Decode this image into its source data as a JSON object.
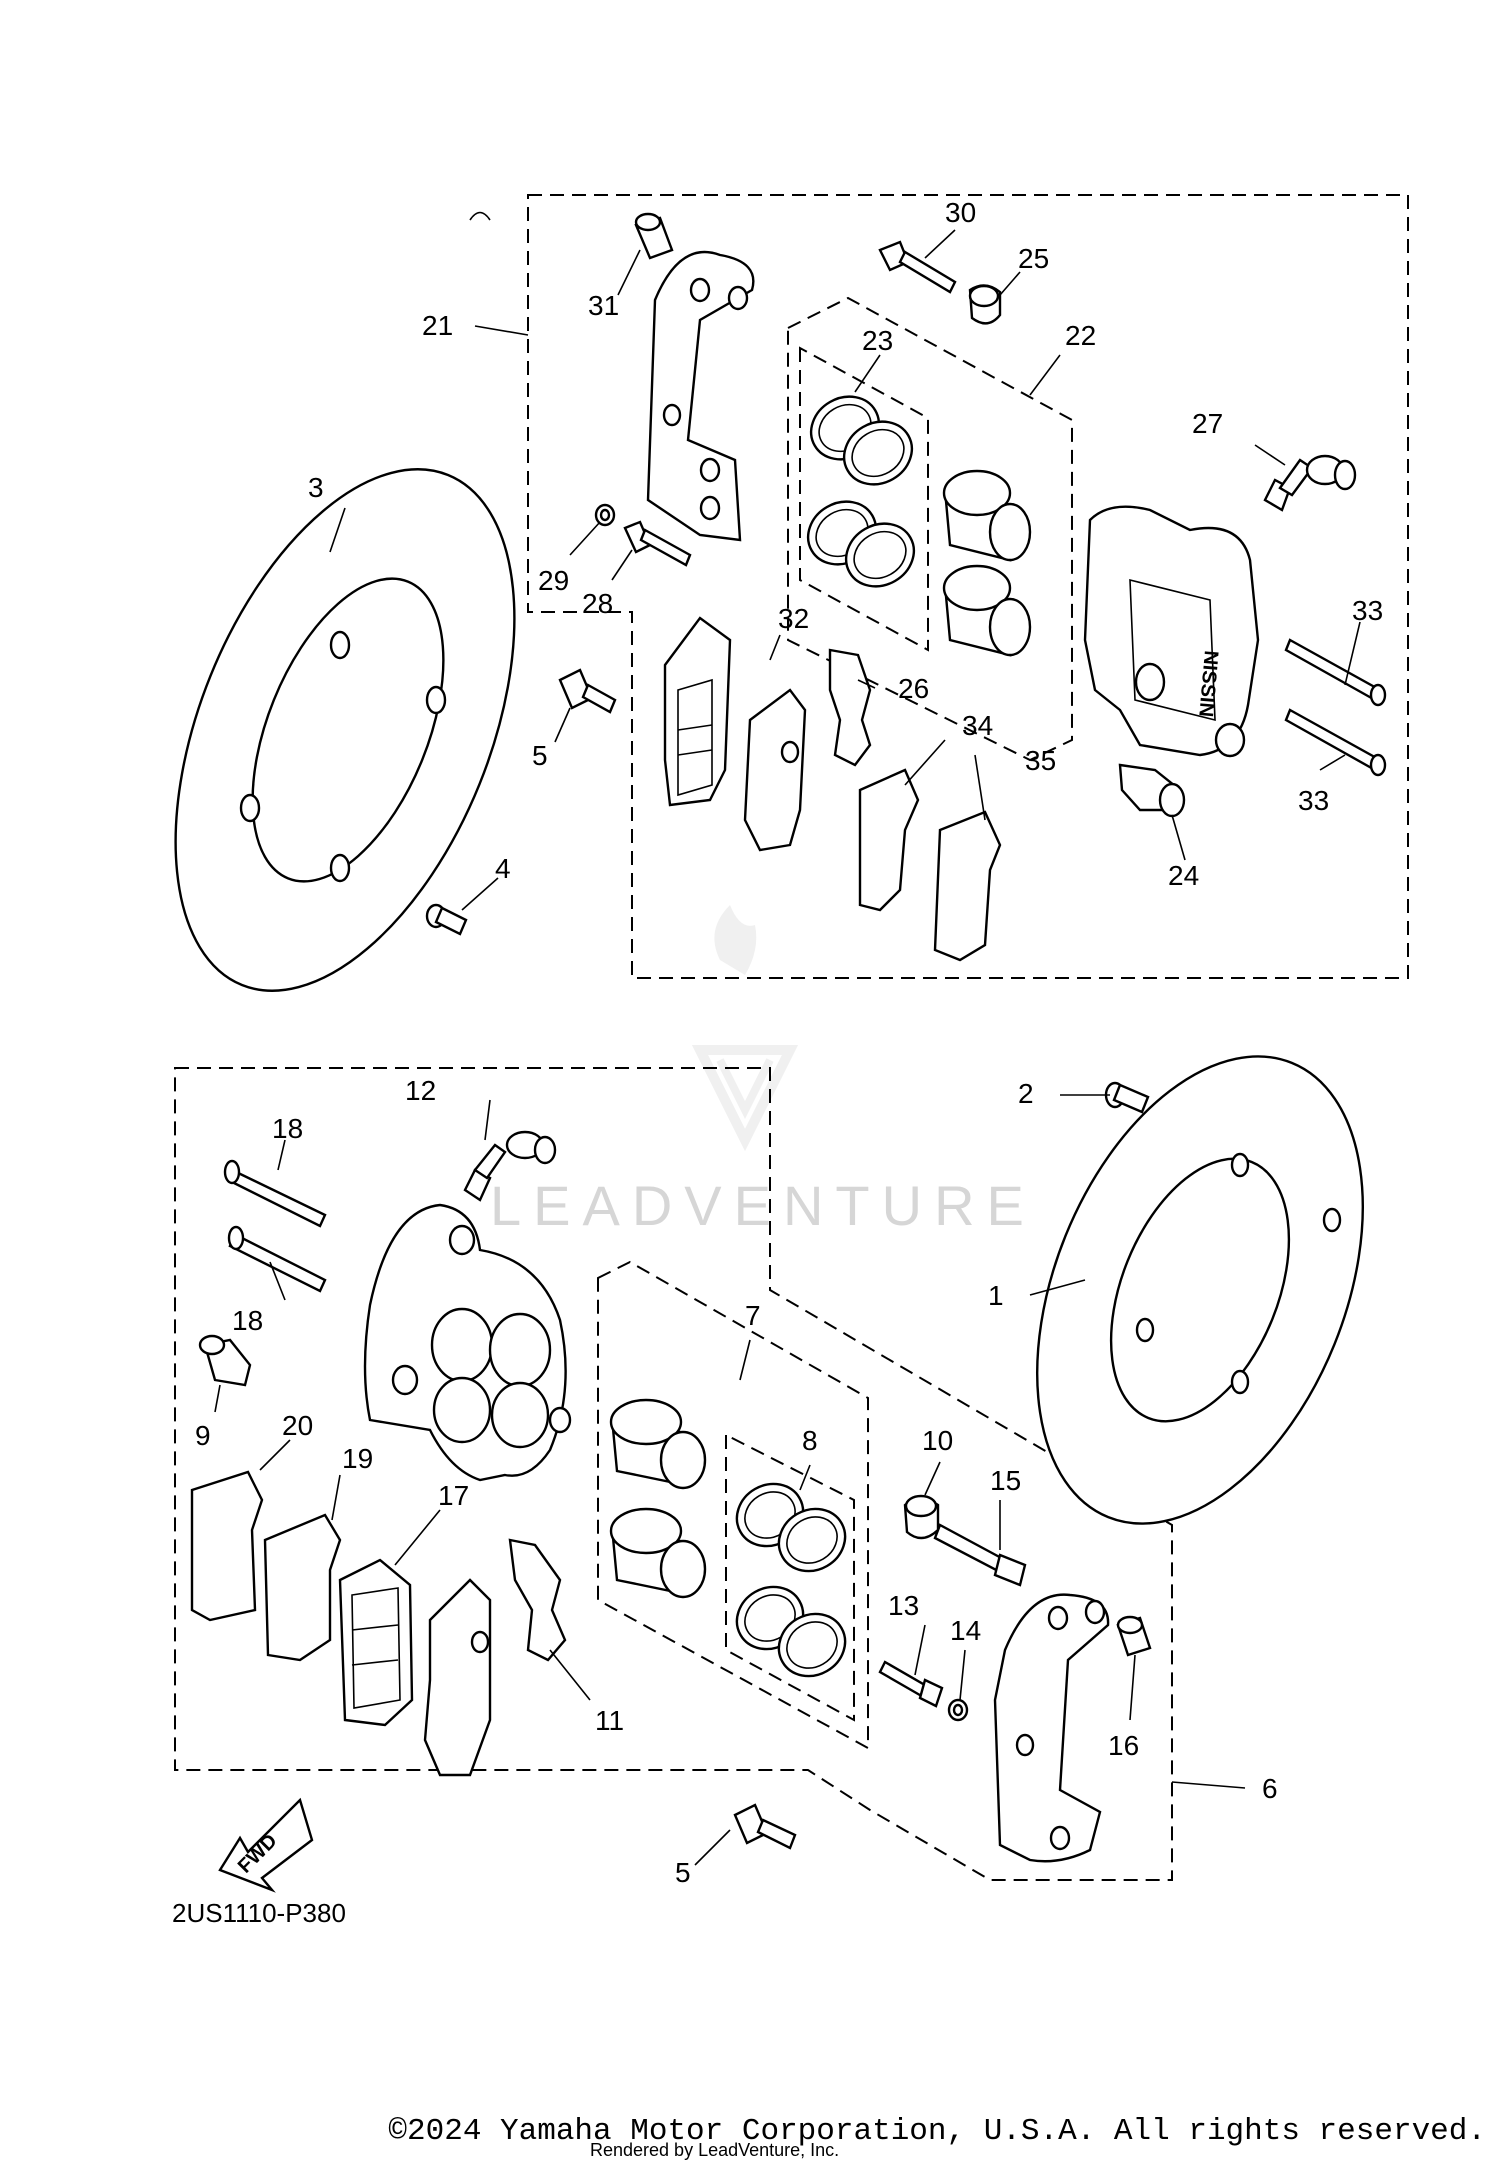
{
  "diagram": {
    "part_code": "2US1110-P380",
    "fwd_label": "FWD",
    "watermark": "LEADVENTURE",
    "callouts": {
      "c1": "1",
      "c2": "2",
      "c3": "3",
      "c4": "4",
      "c5a": "5",
      "c5b": "5",
      "c6": "6",
      "c7": "7",
      "c8": "8",
      "c9": "9",
      "c10": "10",
      "c11": "11",
      "c12": "12",
      "c13": "13",
      "c14": "14",
      "c15": "15",
      "c16": "16",
      "c17": "17",
      "c18a": "18",
      "c18b": "18",
      "c19": "19",
      "c20": "20",
      "c21": "21",
      "c22": "22",
      "c23": "23",
      "c24": "24",
      "c25": "25",
      "c26": "26",
      "c27": "27",
      "c28": "28",
      "c29": "29",
      "c30": "30",
      "c31": "31",
      "c32": "32",
      "c33a": "33",
      "c33b": "33",
      "c34": "34",
      "c35": "35"
    }
  },
  "footer": {
    "copyright": "©2024 Yamaha Motor Corporation, U.S.A. All rights reserved.",
    "rendered_by": "Rendered by LeadVenture, Inc."
  }
}
